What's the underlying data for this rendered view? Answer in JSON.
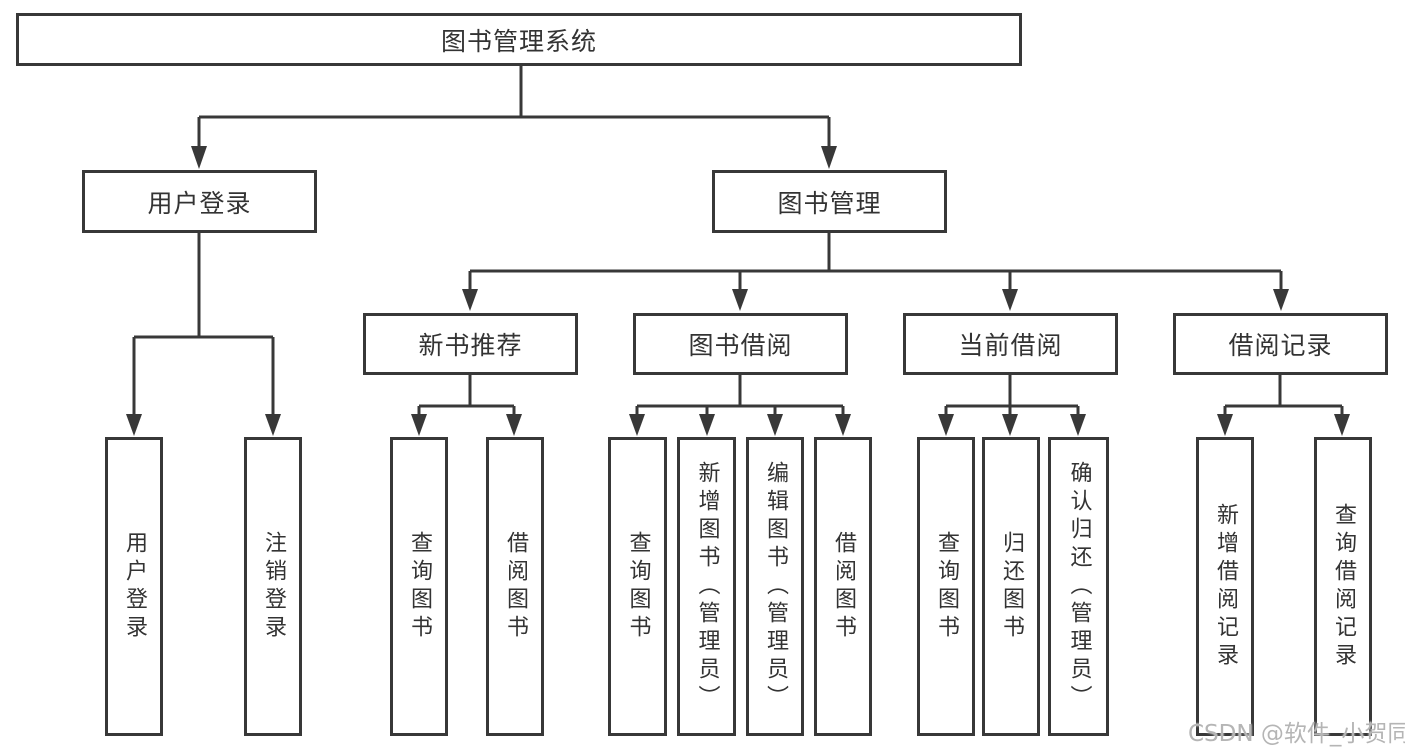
{
  "colors": {
    "line": "#383838",
    "text": "#333333",
    "background": "#ffffff",
    "watermark": "#b5b5b5"
  },
  "watermark": "CSDN @软件_小贺同学",
  "tree": {
    "root": "图书管理系统",
    "branches": [
      {
        "label": "用户登录",
        "children": [
          "用户登录",
          "注销登录"
        ]
      },
      {
        "label": "图书管理",
        "children": [
          {
            "label": "新书推荐",
            "children": [
              "查询图书",
              "借阅图书"
            ]
          },
          {
            "label": "图书借阅",
            "children": [
              "查询图书",
              "新增图书（管理员）",
              "编辑图书（管理员）",
              "借阅图书"
            ]
          },
          {
            "label": "当前借阅",
            "children": [
              "查询图书",
              "归还图书",
              "确认归还（管理员）"
            ]
          },
          {
            "label": "借阅记录",
            "children": [
              "新增借阅记录",
              "查询借阅记录"
            ]
          }
        ]
      }
    ]
  }
}
